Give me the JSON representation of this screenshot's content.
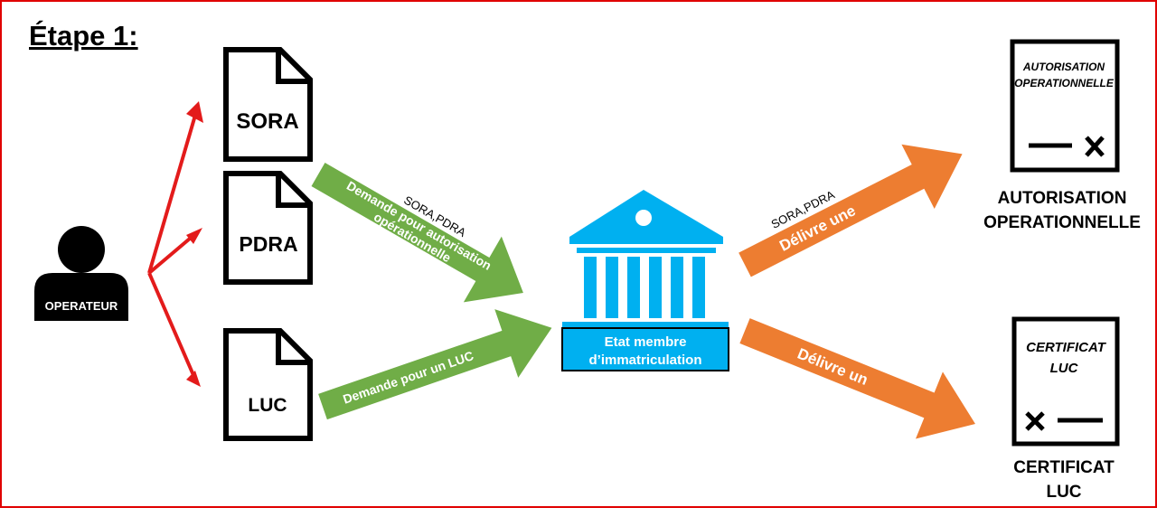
{
  "title": "Étape 1:",
  "operator": {
    "label": "OPERATEUR"
  },
  "documents": {
    "sora": "SORA",
    "pdra": "PDRA",
    "luc": "LUC"
  },
  "arrows": {
    "request_ops_small": "SORA,PDRA",
    "request_ops_line1": "Demande pour autorisation",
    "request_ops_line2": "opérationnelle",
    "request_luc": "Demande pour un LUC",
    "deliver_ops_small": "SORA,PDRA",
    "deliver_ops": "Délivre une",
    "deliver_luc": "Délivre un"
  },
  "authority": {
    "line1": "Etat membre",
    "line2": "d’immatriculation"
  },
  "outputs": {
    "authorization_doc_line1": "AUTORISATION",
    "authorization_doc_line2": "OPERATIONNELLE",
    "authorization_caption_line1": "AUTORISATION",
    "authorization_caption_line2": "OPERATIONNELLE",
    "certificate_doc_line1": "CERTIFICAT",
    "certificate_doc_line2": "LUC",
    "certificate_caption_line1": "CERTIFICAT",
    "certificate_caption_line2": "LUC"
  },
  "colors": {
    "frame": "#e00000",
    "branch_arrows": "#e31b1b",
    "request_arrows": "#70ad47",
    "deliver_arrows": "#ed7d31",
    "authority": "#00b0f0",
    "ink": "#000000"
  }
}
